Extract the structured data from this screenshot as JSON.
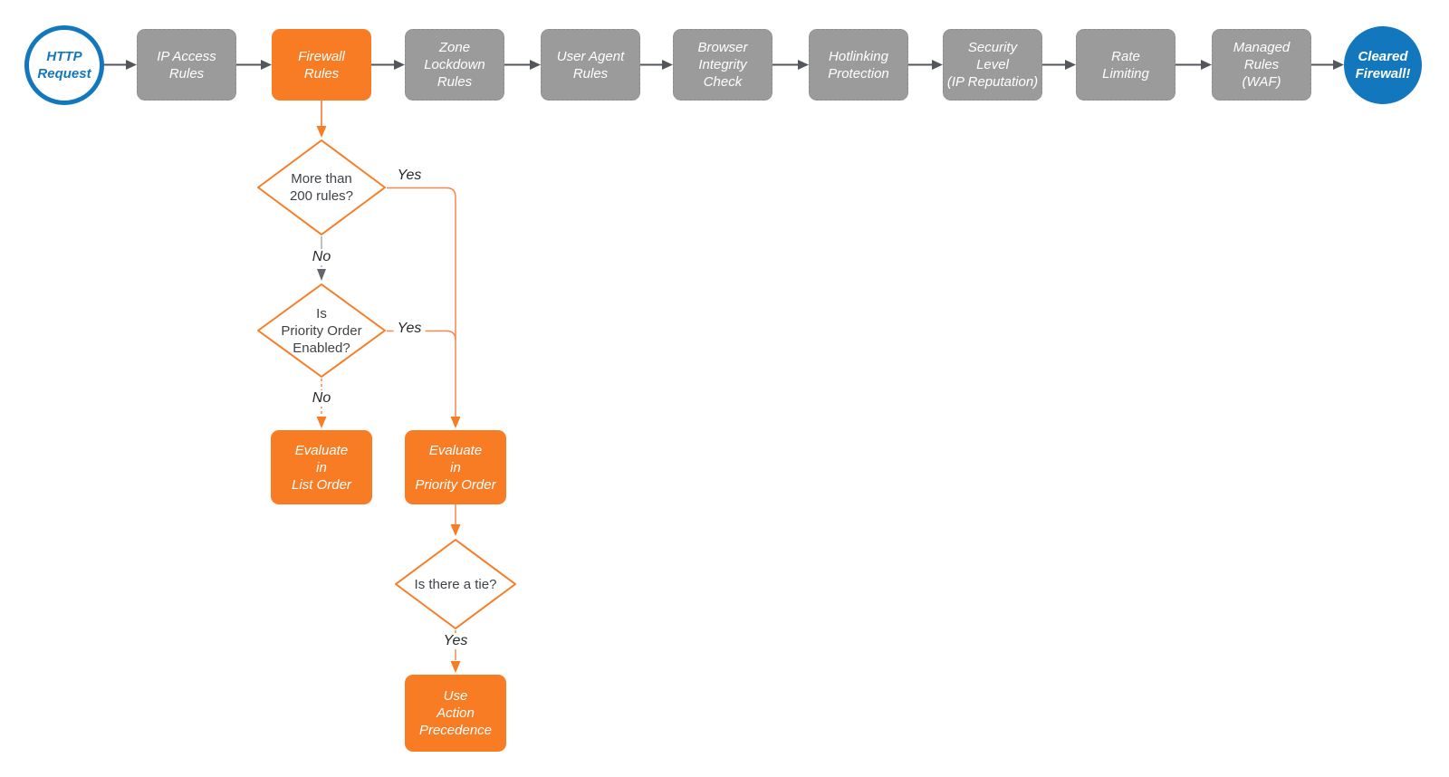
{
  "colors": {
    "orange_fill": "#F87C24",
    "orange_line": "#F8874D",
    "gray_fill": "#9B9B9B",
    "gray_border": "#8C8C8C",
    "blue": "#1377BD",
    "dark_line": "#53575C",
    "diamond_text": "#3F4347"
  },
  "pipeline": {
    "start": {
      "label": "HTTP\nRequest"
    },
    "steps": [
      {
        "label": "IP Access\nRules"
      },
      {
        "label": "Firewall\nRules"
      },
      {
        "label": "Zone\nLockdown\nRules"
      },
      {
        "label": "User Agent\nRules"
      },
      {
        "label": "Browser\nIntegrity\nCheck"
      },
      {
        "label": "Hotlinking\nProtection"
      },
      {
        "label": "Security\nLevel\n(IP Reputation)"
      },
      {
        "label": "Rate\nLimiting"
      },
      {
        "label": "Managed\nRules\n(WAF)"
      }
    ],
    "end": {
      "label": "Cleared\nFirewall!"
    }
  },
  "decision_tree": {
    "d1": {
      "question": "More than\n200 rules?",
      "yes_label": "Yes",
      "no_label": "No"
    },
    "d2": {
      "question": "Is\nPriority Order\nEnabled?",
      "yes_label": "Yes",
      "no_label": "No"
    },
    "d3": {
      "question": "Is there a tie?",
      "yes_label": "Yes"
    },
    "evaluate_list": "Evaluate\nin\nList Order",
    "evaluate_priority": "Evaluate\nin\nPriority Order",
    "action_precedence": "Use\nAction\nPrecedence"
  }
}
